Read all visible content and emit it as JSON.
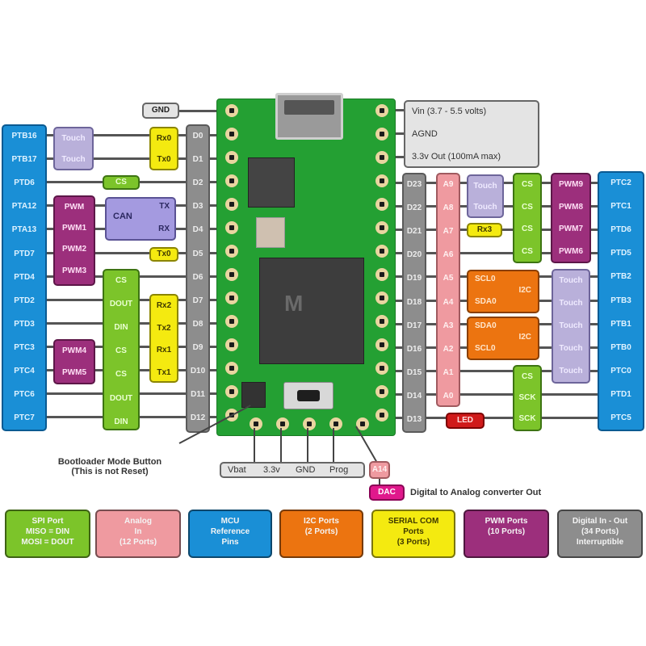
{
  "power": {
    "gnd_label": "GND",
    "vin_label": "Vin (3.7 - 5.5 volts)",
    "agnd_label": "AGND",
    "out33_label": "3.3v Out (100mA max)"
  },
  "left": {
    "ports": [
      "PTB16",
      "PTB17",
      "PTD6",
      "PTA12",
      "PTA13",
      "PTD7",
      "PTD4",
      "PTD2",
      "PTD3",
      "PTC3",
      "PTC4",
      "PTC6",
      "PTC7"
    ],
    "digital": [
      "D0",
      "D1",
      "D2",
      "D3",
      "D4",
      "D5",
      "D6",
      "D7",
      "D8",
      "D9",
      "D10",
      "D11",
      "D12"
    ],
    "touch": [
      "Touch",
      "Touch"
    ],
    "pwm_top": [
      "PWM",
      "PWM1",
      "PWM2",
      "PWM3"
    ],
    "pwm_bottom": [
      "PWM4",
      "PWM5"
    ],
    "cs_single": "CS",
    "can": {
      "title": "CAN",
      "tx": "TX",
      "rx": "RX"
    },
    "serial_rx0_tx0": [
      "Rx0",
      "Tx0"
    ],
    "serial_tx0b": "Tx0",
    "spi": [
      "CS",
      "DOUT",
      "DIN",
      "CS",
      "CS",
      "DOUT",
      "DIN"
    ],
    "serial_mid": [
      "Rx2",
      "Tx2",
      "Rx1",
      "Tx1"
    ]
  },
  "right": {
    "digital": [
      "D23",
      "D22",
      "D21",
      "D20",
      "D19",
      "D18",
      "D17",
      "D16",
      "D15",
      "D14",
      "D13"
    ],
    "analog": [
      "A9",
      "A8",
      "A7",
      "A6",
      "A5",
      "A4",
      "A3",
      "A2",
      "A1",
      "A0"
    ],
    "touch_top": [
      "Touch",
      "Touch"
    ],
    "serial_rx3": "Rx3",
    "cs_col": [
      "CS",
      "CS",
      "CS",
      "CS"
    ],
    "pwm": [
      "PWM9",
      "PWM8",
      "PWM7",
      "PWM6"
    ],
    "ports": [
      "PTC2",
      "PTC1",
      "PTD6",
      "PTD5",
      "PTB2",
      "PTB3",
      "PTB1",
      "PTB0",
      "PTC0",
      "PTD1",
      "PTC5"
    ],
    "i2c_a": {
      "scl": "SCL0",
      "sda": "SDA0",
      "title": "I2C"
    },
    "i2c_b": {
      "sda": "SDA0",
      "scl": "SCL0",
      "title": "I2C"
    },
    "touch_bottom": [
      "Touch",
      "Touch",
      "Touch",
      "Touch",
      "Touch"
    ],
    "spi_bottom": [
      "CS",
      "SCK",
      "SCK"
    ],
    "led_label": "LED"
  },
  "bottom": {
    "bootloader_note": [
      "Bootloader Mode Button",
      "(This is not Reset)"
    ],
    "pins": [
      "Vbat",
      "3.3v",
      "GND",
      "Prog"
    ],
    "a14_label": "A14",
    "dac_label": "DAC",
    "dac_note": "Digital to Analog converter Out"
  },
  "legend": [
    {
      "lines": [
        "SPI Port",
        "MISO = DIN",
        "MOSI = DOUT"
      ],
      "color": "#7cc42a"
    },
    {
      "lines": [
        "Analog",
        "In",
        "(12 Ports)"
      ],
      "color": "#ef9aa0"
    },
    {
      "lines": [
        "MCU",
        "Reference",
        "Pins"
      ],
      "color": "#1a8fd6"
    },
    {
      "lines": [
        "I2C Ports",
        "(2 Ports)"
      ],
      "color": "#ec7410"
    },
    {
      "lines": [
        "SERIAL COM",
        "Ports",
        "(3 Ports)"
      ],
      "color": "#f4ea10"
    },
    {
      "lines": [
        "PWM Ports",
        "(10 Ports)"
      ],
      "color": "#9c2f7c"
    },
    {
      "lines": [
        "Digital In - Out",
        "(34 Ports)",
        "Interruptible"
      ],
      "color": "#8d8d8d"
    }
  ]
}
